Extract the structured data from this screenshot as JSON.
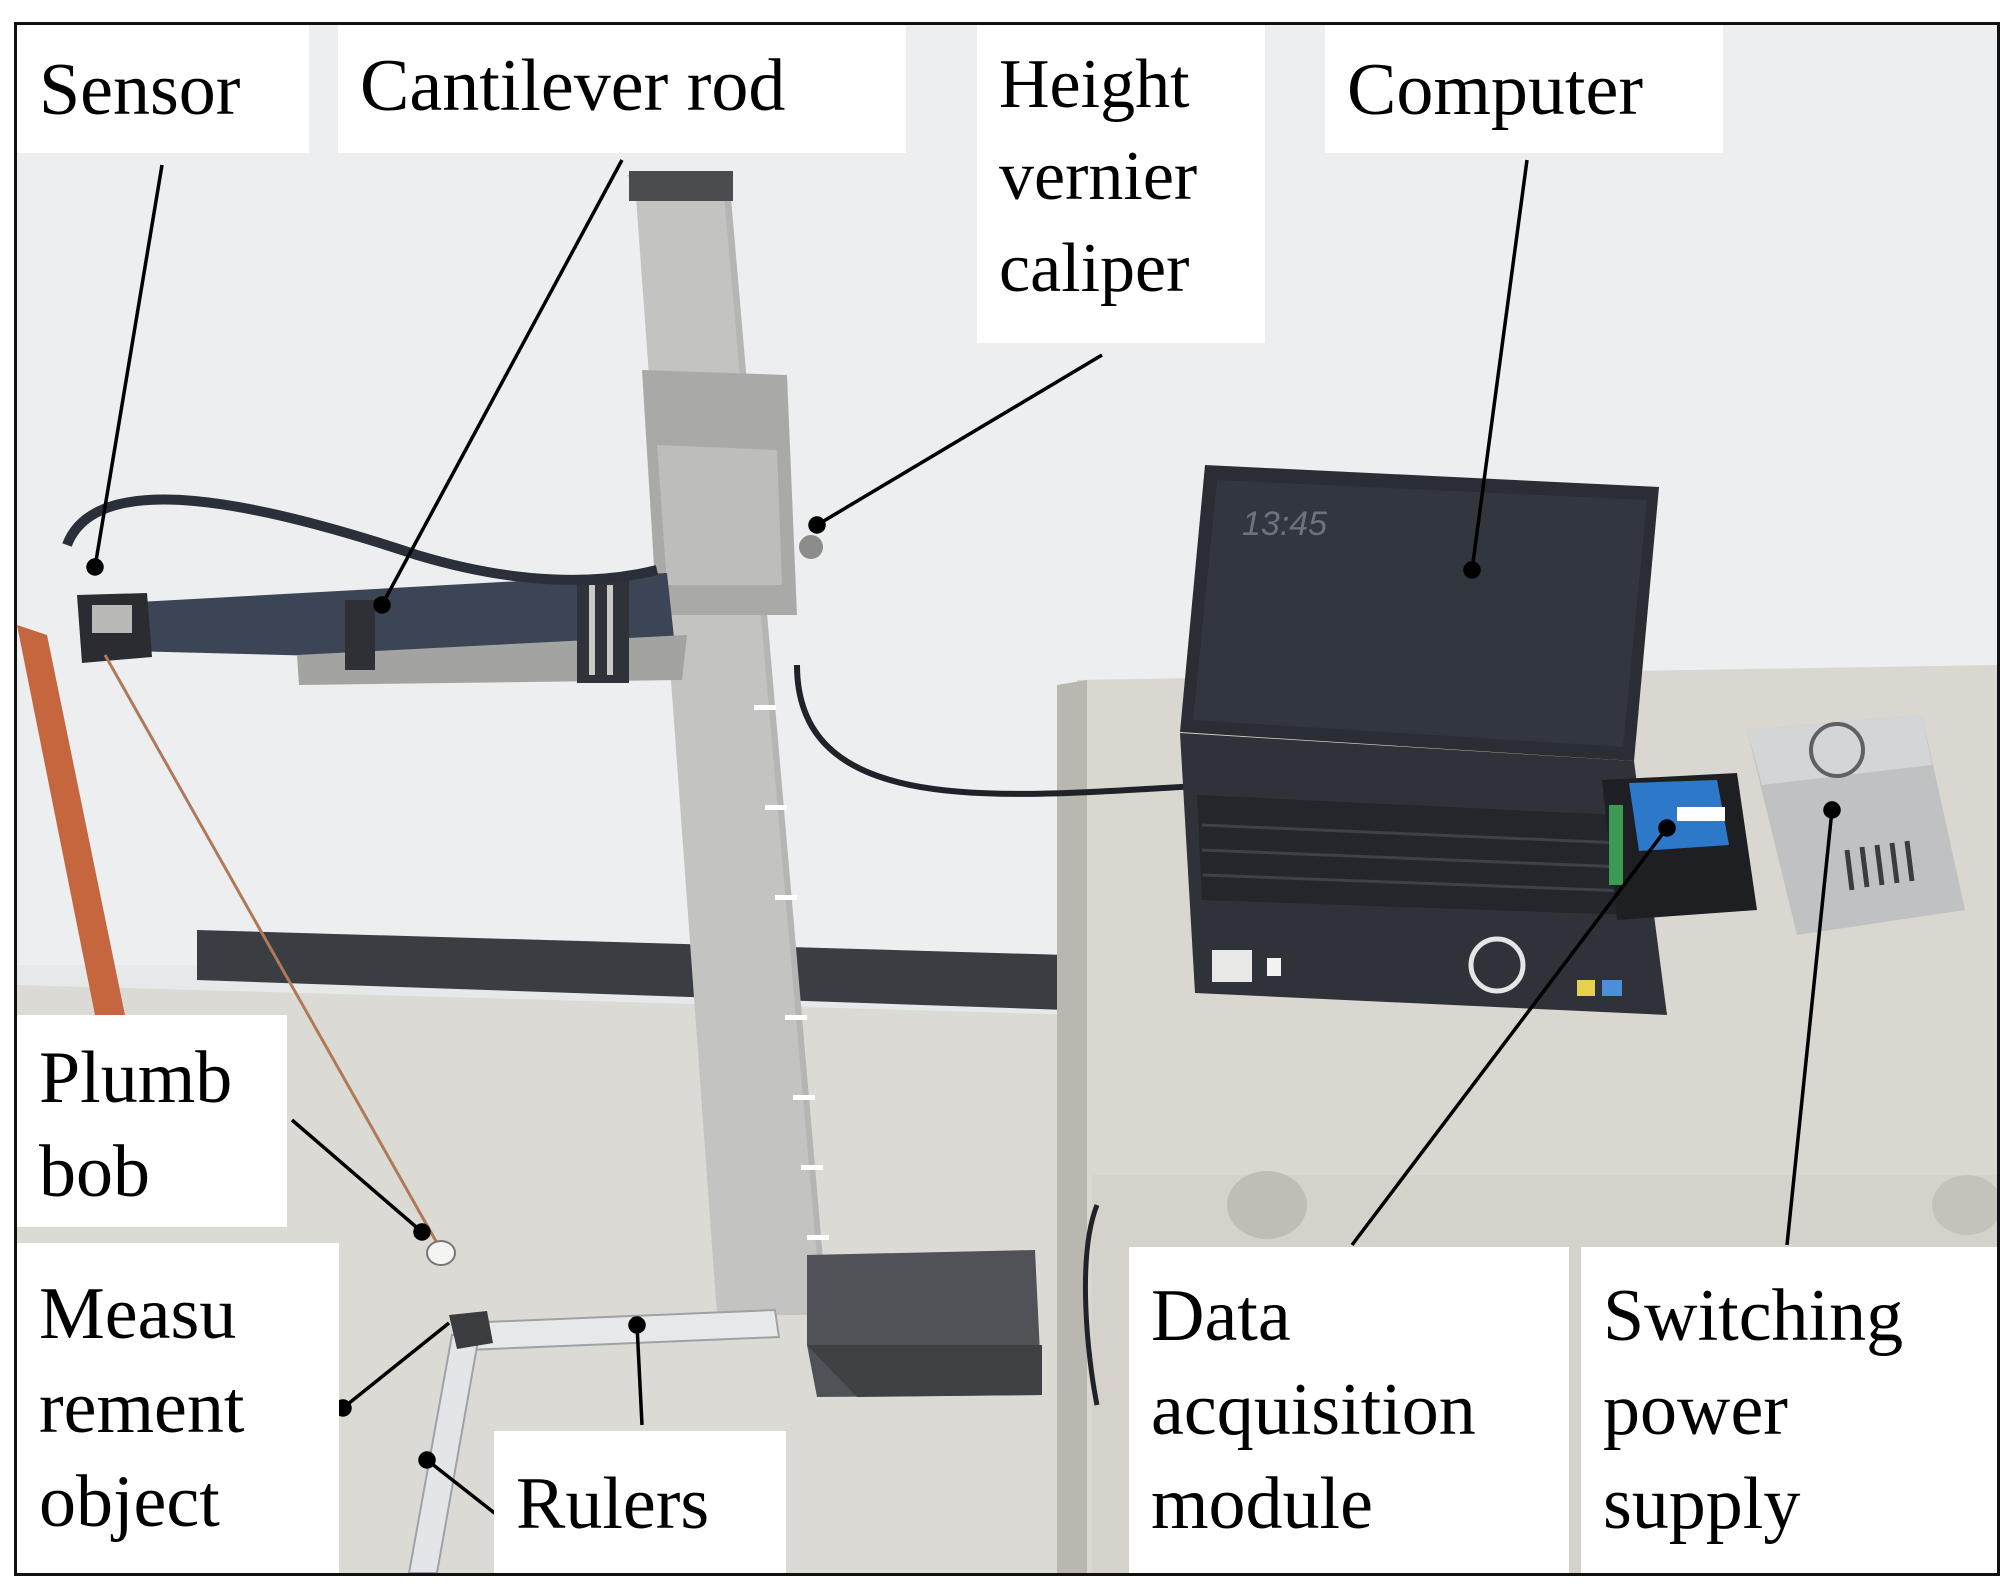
{
  "figure": {
    "labels": {
      "sensor": "Sensor",
      "cantilever_rod": "Cantilever rod",
      "height_vernier_caliper": "Height\nvernier\ncaliper",
      "computer": "Computer",
      "plumb_bob": "Plumb\nbob",
      "measurement_object": "Measu\nrement\nobject",
      "rulers": "Rulers",
      "data_acquisition_module": "Data\nacquisition\nmodule",
      "switching_power_supply": "Switching\npower\nsupply"
    },
    "laptop_clock": "13:45"
  }
}
